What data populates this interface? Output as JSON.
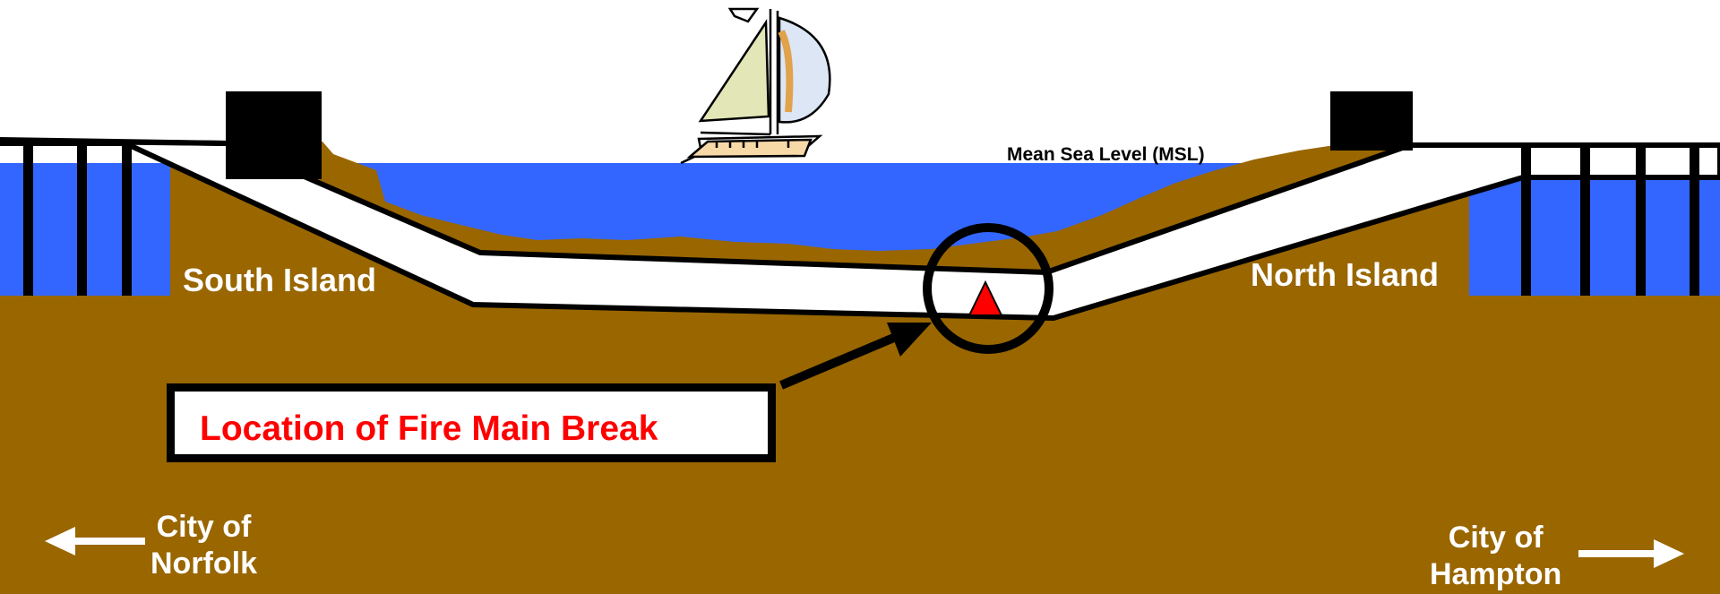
{
  "labels": {
    "south_island": "South Island",
    "north_island": "North Island",
    "msl": "Mean Sea Level (MSL)",
    "callout": "Location of Fire Main Break",
    "city_left": {
      "line1": "City of",
      "line2": "Norfolk"
    },
    "city_right": {
      "line1": "City of",
      "line2": "Hampton"
    }
  },
  "colors": {
    "water": "#3366ff",
    "ground": "#996600",
    "tunnel": "#ffffff",
    "outline": "#000000",
    "break_marker": "#ff0000",
    "callout_text": "#ff0000"
  },
  "icons": {
    "boat": "sailboat-icon",
    "marker": "triangle-marker-icon",
    "arrow_left": "arrow-left-icon",
    "arrow_right": "arrow-right-icon"
  }
}
